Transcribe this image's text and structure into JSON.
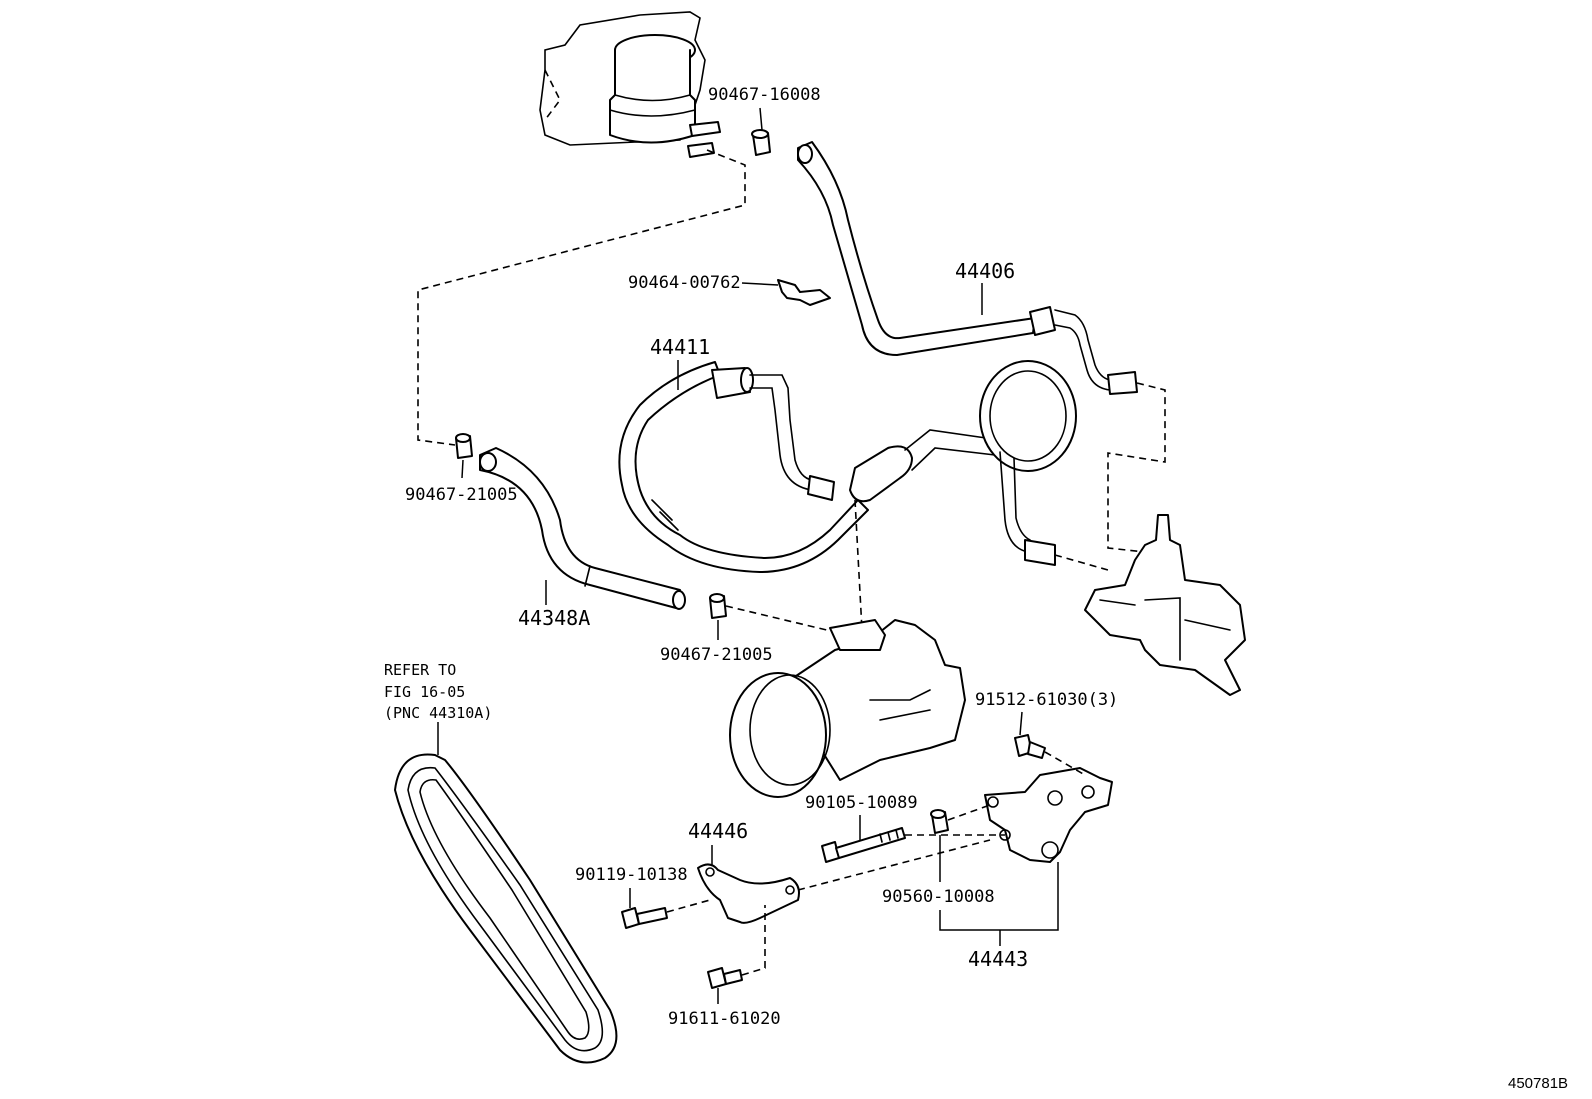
{
  "labels": {
    "p90467_16008": "90467-16008",
    "p44406": "44406",
    "p90464_00762": "90464-00762",
    "p44411": "44411",
    "p90467_21005_a": "90467-21005",
    "p44348A": "44348A",
    "p90467_21005_b": "90467-21005",
    "refer_line1": "REFER TO",
    "refer_line2": "FIG 16-05",
    "refer_line3": "(PNC 44310A)",
    "p91512_61030": "91512-61030(3)",
    "p90105_10089": "90105-10089",
    "p44446": "44446",
    "p90119_10138": "90119-10138",
    "p90560_10008": "90560-10008",
    "p44443": "44443",
    "p91611_61020": "91611-61020",
    "figure_id": "450781B"
  }
}
